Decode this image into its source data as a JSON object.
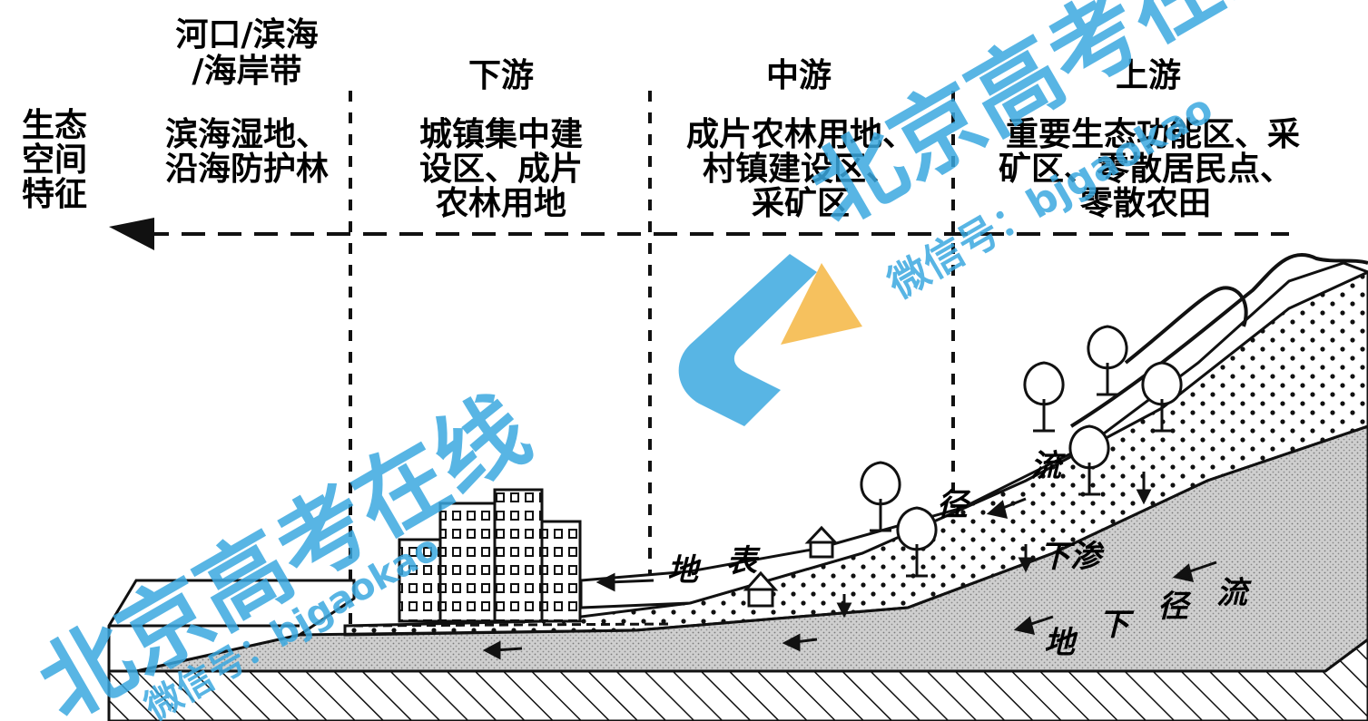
{
  "y_axis_label": [
    "生态",
    "空间",
    "特征"
  ],
  "zones": [
    {
      "title_lines": [
        "河口/滨海",
        "/海岸带"
      ],
      "feature_lines": [
        "滨海湿地、",
        "沿海防护林"
      ]
    },
    {
      "title_lines": [
        "下游"
      ],
      "feature_lines": [
        "城镇集中建",
        "设区、成片",
        "农林用地"
      ]
    },
    {
      "title_lines": [
        "中游"
      ],
      "feature_lines": [
        "成片农林用地、",
        "村镇建设区、",
        "采矿区"
      ]
    },
    {
      "title_lines": [
        "上游"
      ],
      "feature_lines": [
        "重要生态功能区、采",
        "矿区、零散居民点、",
        "零散农田"
      ]
    }
  ],
  "flow_labels": {
    "surface_runoff_a": "地",
    "surface_runoff_b": "表",
    "surface_runoff_c": "径",
    "runoff_upper": "流",
    "infiltration": "下渗",
    "groundwater_1": "地",
    "groundwater_2": "下",
    "groundwater_3": "径",
    "groundwater_4": "流"
  },
  "watermark": {
    "main_text": "北京高考在线",
    "sub_text": "微信号：bjgaokao",
    "blue": "#3aa8e0",
    "orange": "#f5b642"
  },
  "colors": {
    "ink": "#111111",
    "gray_ground": "#c9c9c9"
  }
}
